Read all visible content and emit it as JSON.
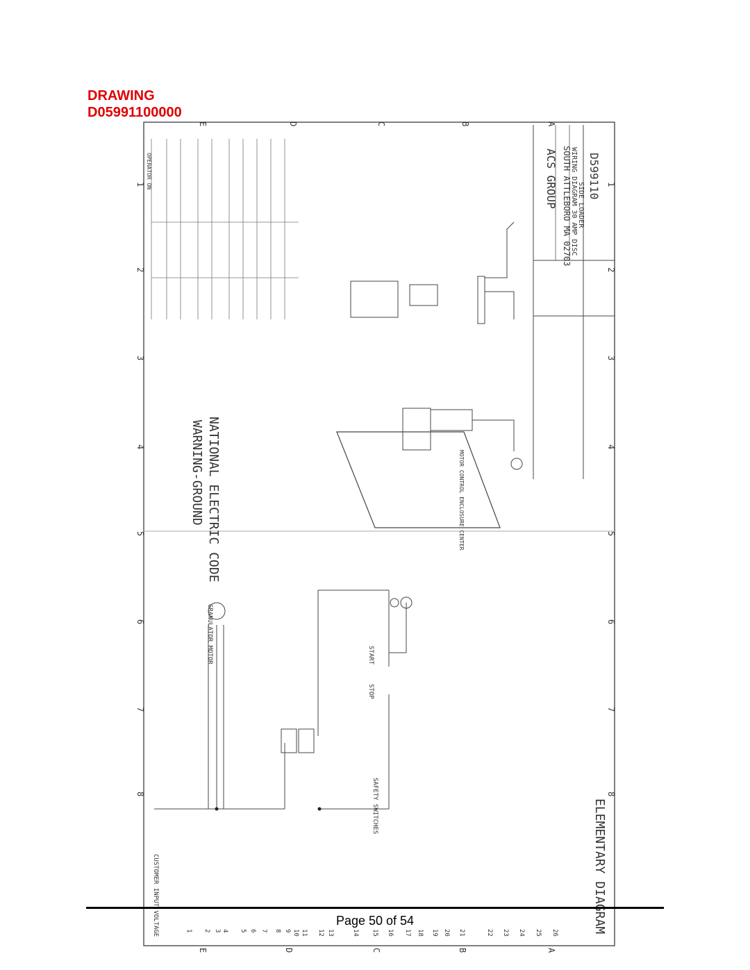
{
  "heading": {
    "line1": "DRAWING",
    "line2": "D05991100000"
  },
  "footer": {
    "page": "Page 50 of 54"
  },
  "colors": {
    "heading": "#e00000",
    "line": "#444444"
  },
  "drawing": {
    "border_letters_top": [
      "E",
      "D",
      "C",
      "B",
      "A"
    ],
    "border_letters_bottom": [
      "E",
      "D",
      "C",
      "B",
      "A"
    ],
    "border_numbers": [
      "1",
      "2",
      "3",
      "4",
      "5",
      "6",
      "7",
      "8"
    ],
    "row_numbers": [
      "1",
      "2",
      "3",
      "4",
      "5",
      "6",
      "7",
      "8",
      "9",
      "10",
      "11",
      "12",
      "13",
      "14",
      "15",
      "16",
      "17",
      "18",
      "19",
      "20",
      "21",
      "22",
      "23",
      "24",
      "25",
      "26"
    ],
    "warning": "WARNING-GROUND",
    "nec": "NATIONAL ELECTRIC CODE",
    "elementary": "ELEMENTARY DIAGRAM",
    "title_block": {
      "company": "ACS GROUP",
      "address": "SOUTH ATTLEBORO MA 02703",
      "title1": "WIRING DIAGRAM 30 AMP DISC",
      "title2": "SIDE LOADER",
      "drawing_no": "D599110"
    },
    "control_center": "MOTOR CONTROL ENCLOSURE CENTER",
    "customer_input": "CUSTOMER INPUT VOLTAGE",
    "safety_switches": "SAFETY SWITCHES",
    "granulator_motor": "GRANULATOR MOTOR",
    "stop": "STOP",
    "start": "START",
    "operator_on": "OPERATOR ON"
  }
}
